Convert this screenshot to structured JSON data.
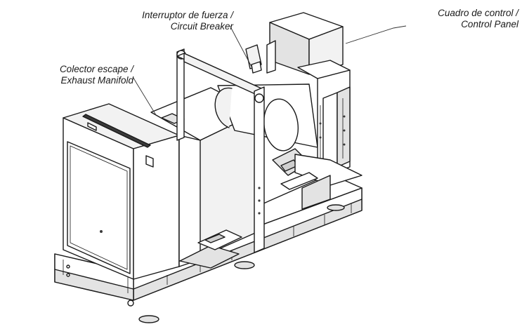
{
  "figure": {
    "callouts": {
      "circuit_breaker": {
        "line1": "Interruptor de fuerza /",
        "line2": "Circuit Breaker"
      },
      "control_panel": {
        "line1": "Cuadro de control /",
        "line2": "Control Panel"
      },
      "exhaust_manifold": {
        "line1": "Colector escape /",
        "line2": "Exhaust Manifold"
      }
    }
  }
}
